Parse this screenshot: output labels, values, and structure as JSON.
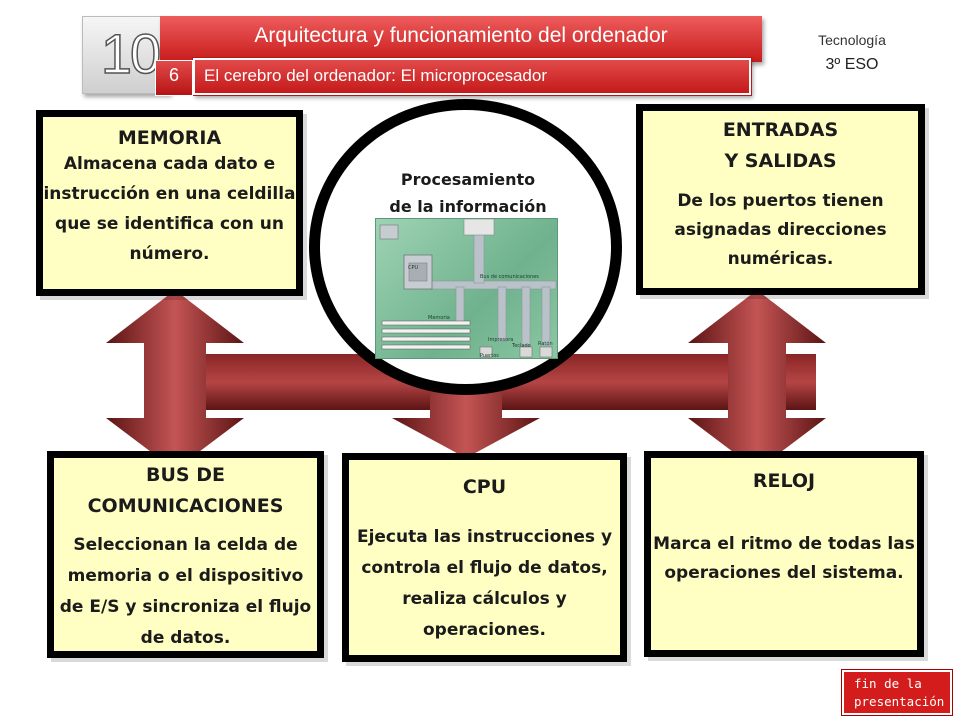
{
  "header": {
    "unit_number": "10",
    "unit_title": "Arquitectura y funcionamiento del ordenador",
    "section_number": "6",
    "section_title": "El cerebro del ordenador: El microprocesador",
    "subject": "Tecnología",
    "grade": "3º ESO"
  },
  "diagram": {
    "center": {
      "title_line1": "Procesamiento",
      "title_line2": "de la información",
      "board_labels": {
        "cpu": "CPU",
        "bus": "Bus de comunicaciones",
        "memory": "Memoria",
        "ports": "Puertos",
        "printer": "Impresora",
        "keyboard": "Teclado",
        "mouse": "Ratón"
      }
    },
    "memoria": {
      "title": "MEMORIA",
      "text": "Almacena cada dato e instrucción en una celdilla que se identifica con un número."
    },
    "entradas_salidas": {
      "title_line1": "ENTRADAS",
      "title_line2": "Y SALIDAS",
      "text": "De los puertos tienen asignadas direcciones numéricas."
    },
    "bus": {
      "title_line1": "BUS DE",
      "title_line2": "COMUNICACIONES",
      "text": "Seleccionan la celda de memoria o el dispositivo de E/S y sincroniza el flujo de datos."
    },
    "cpu": {
      "title": "CPU",
      "text": "Ejecuta las instrucciones y controla el flujo de datos, realiza cálculos y operaciones."
    },
    "reloj": {
      "title": "RELOJ",
      "text": "Marca el ritmo de todas las operaciones del sistema."
    }
  },
  "footer": {
    "end_line1": "fin de la",
    "end_line2": "presentación"
  },
  "colors": {
    "header_red": "#d32424",
    "box_fill": "#ffffc4",
    "arrow_dark": "#6f1b1b",
    "arrow_light": "#c24a4a"
  }
}
